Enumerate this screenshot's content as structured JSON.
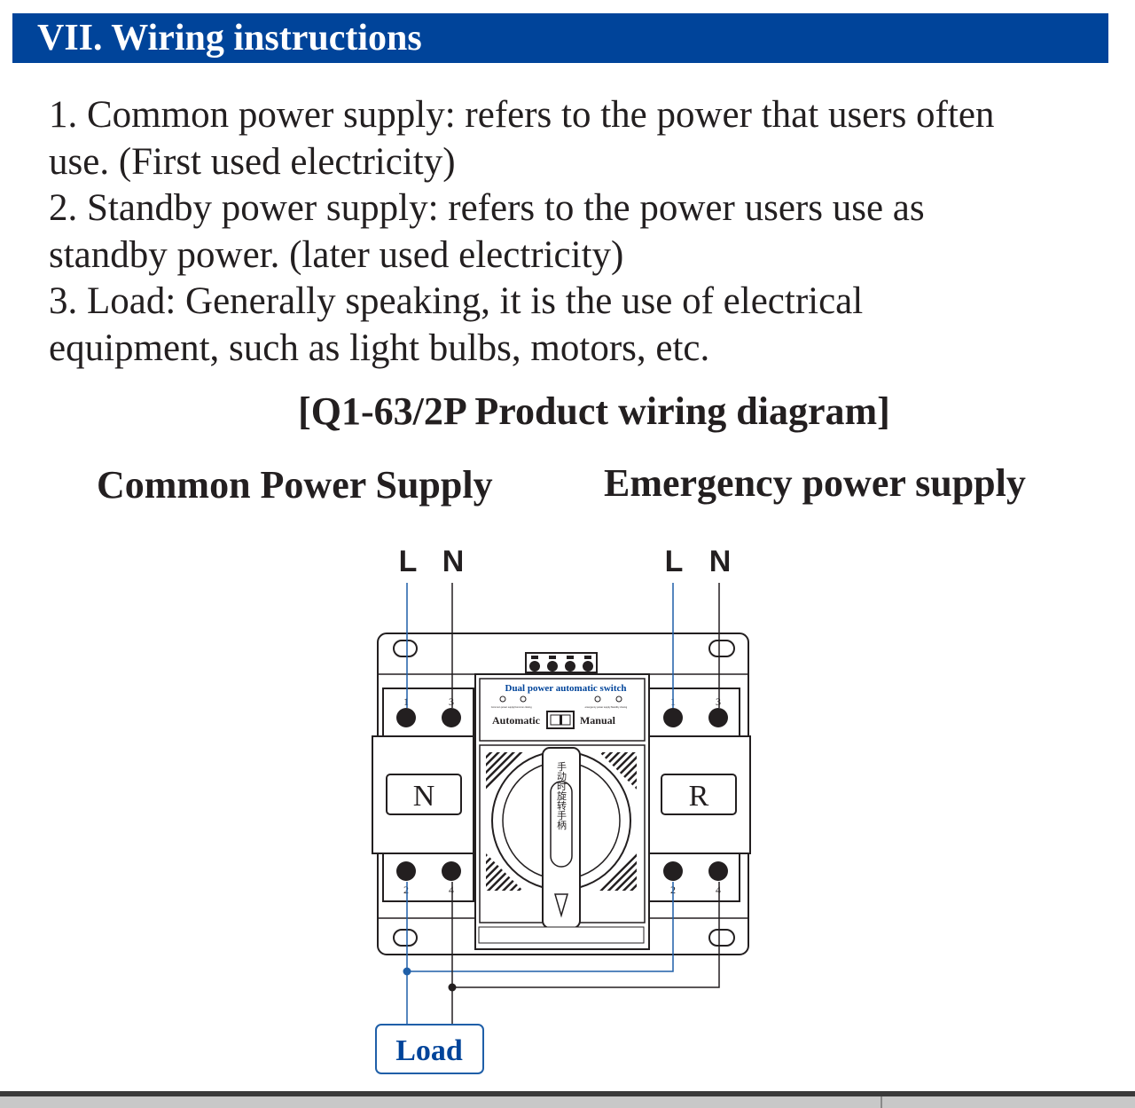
{
  "header": {
    "title": "VII. Wiring instructions"
  },
  "instructions": [
    "1. Common power supply: refers to the power that users often",
    "use. (First used electricity)",
    "2. Standby power supply: refers to the power users use as",
    "standby power. (later used electricity)",
    "3. Load: Generally speaking, it is the use of electrical",
    "equipment, such as light bulbs, motors, etc."
  ],
  "diagram": {
    "title": "[Q1-63/2P Product wiring diagram]",
    "common_label": "Common Power Supply",
    "emergency_label": "Emergency power supply",
    "left_terminals": {
      "line": "L",
      "neutral": "N"
    },
    "right_terminals": {
      "line": "L",
      "neutral": "N"
    },
    "left_breaker_label": "N",
    "right_breaker_label": "R",
    "terminal_numbers": {
      "t1": "1",
      "t2": "2",
      "t3": "3",
      "t4": "4"
    },
    "switch_title": "Dual power automatic switch",
    "indicator_labels": [
      "Common power supply",
      "Common closing",
      "emergency power supply",
      "Standby closing"
    ],
    "mode_automatic": "Automatic",
    "mode_manual": "Manual",
    "handle_text": "手动时旋转手柄",
    "load_label": "Load"
  },
  "colors": {
    "header_bg": "#00449a",
    "wire_blue": "#1f5fa8",
    "wire_black": "#231f20"
  }
}
